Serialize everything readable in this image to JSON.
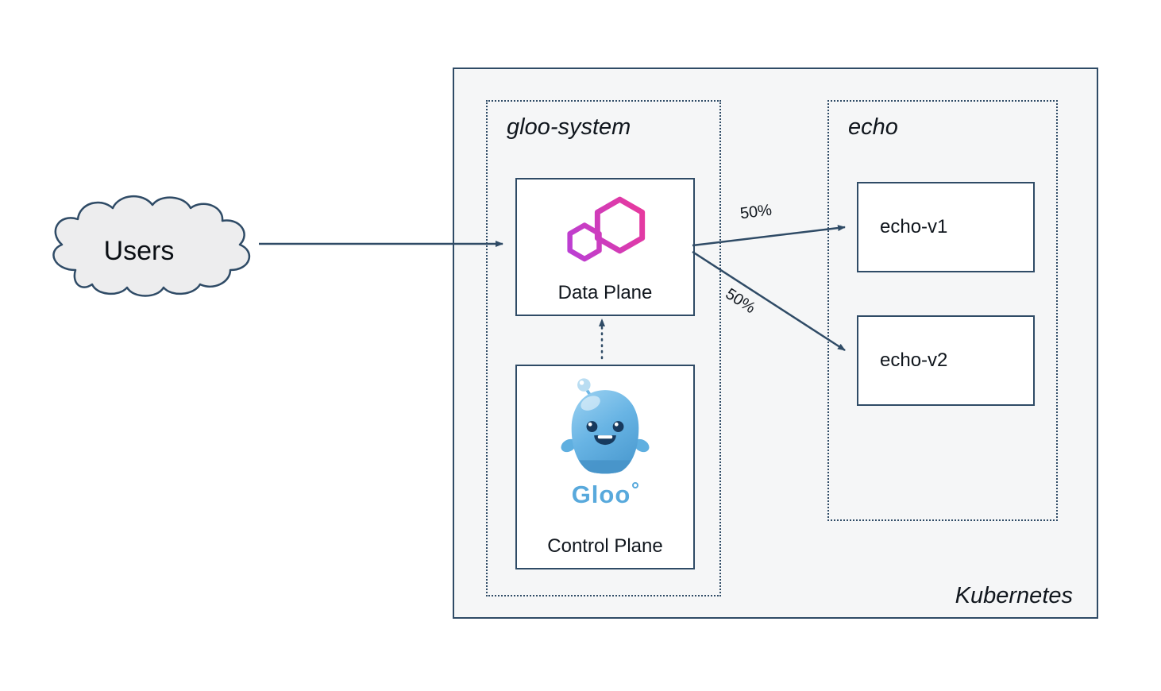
{
  "nodes": {
    "users": {
      "label": "Users"
    },
    "kubernetes": {
      "label": "Kubernetes"
    },
    "gloo_system": {
      "label": "gloo-system"
    },
    "data_plane": {
      "label": "Data Plane",
      "icon": "gloo-hexagons-icon"
    },
    "control_plane": {
      "label": "Control Plane",
      "icon": "gloo-mascot-icon",
      "wordmark": "Gloo"
    },
    "echo_namespace": {
      "label": "echo"
    },
    "echo_v1": {
      "label": "echo-v1"
    },
    "echo_v2": {
      "label": "echo-v2"
    }
  },
  "edges": {
    "users_to_data_plane": {
      "style": "solid"
    },
    "data_plane_to_echo_v1": {
      "label": "50%",
      "style": "solid"
    },
    "data_plane_to_echo_v2": {
      "label": "50%",
      "style": "solid"
    },
    "control_plane_to_data_plane": {
      "style": "dotted"
    }
  },
  "colors": {
    "line": "#2f4b66",
    "cluster_fill": "#f5f6f7",
    "node_fill": "#ffffff",
    "cloud_fill": "#ededee",
    "gloo_pink": "#e9399b",
    "gloo_purple": "#b93fd6",
    "gloo_blue": "#58a9dc",
    "mascot_blue_light": "#8ecbee",
    "mascot_blue_dark": "#4f9ed3"
  }
}
